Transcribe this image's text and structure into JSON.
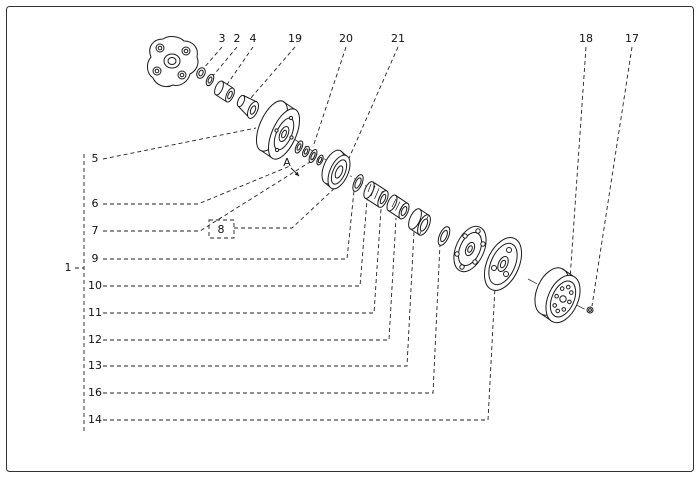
{
  "diagram": {
    "type": "exploded-parts-diagram",
    "description_visible_text_only": true,
    "colors": {
      "ink": "#1a1a1a",
      "background": "#ffffff",
      "frame": "#333333"
    }
  },
  "callouts": {
    "top": [
      {
        "label": "3"
      },
      {
        "label": "2"
      },
      {
        "label": "4"
      },
      {
        "label": "19"
      },
      {
        "label": "20"
      },
      {
        "label": "21"
      }
    ],
    "top_right": [
      {
        "label": "18"
      },
      {
        "label": "17"
      }
    ],
    "left": [
      {
        "label": "5"
      },
      {
        "label": "6"
      },
      {
        "label": "7"
      },
      {
        "label": "9"
      },
      {
        "label": "10"
      },
      {
        "label": "11"
      },
      {
        "label": "12"
      },
      {
        "label": "13"
      },
      {
        "label": "16"
      },
      {
        "label": "14"
      }
    ],
    "assembly": {
      "label": "1"
    },
    "boxed": {
      "label": "8"
    },
    "view": {
      "label": "A"
    }
  }
}
